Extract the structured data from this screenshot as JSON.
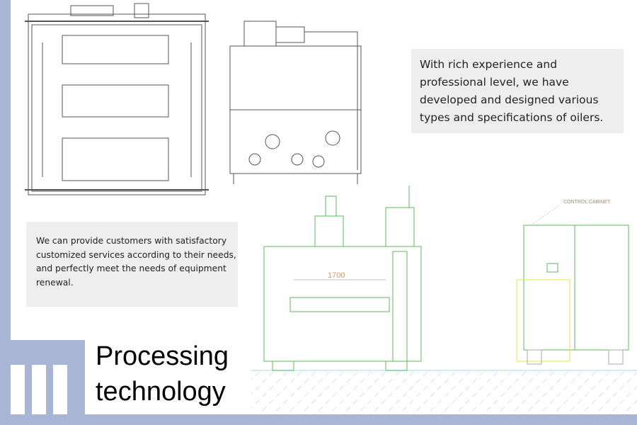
{
  "title": {
    "line1": "Processing",
    "line2": "technology"
  },
  "text_box_right": "With rich experience and professional level, we have developed and designed various types and specifications of oilers.",
  "text_box_left": "We can provide customers with satisfactory customized services according to their needs, and perfectly meet the needs of equipment renewal.",
  "drawing_labels": {
    "dimension": "1700",
    "control_cabinet": "CONTROL CABINET"
  },
  "colors": {
    "accent": "#a8b5d5",
    "box": "#eeeeee"
  }
}
